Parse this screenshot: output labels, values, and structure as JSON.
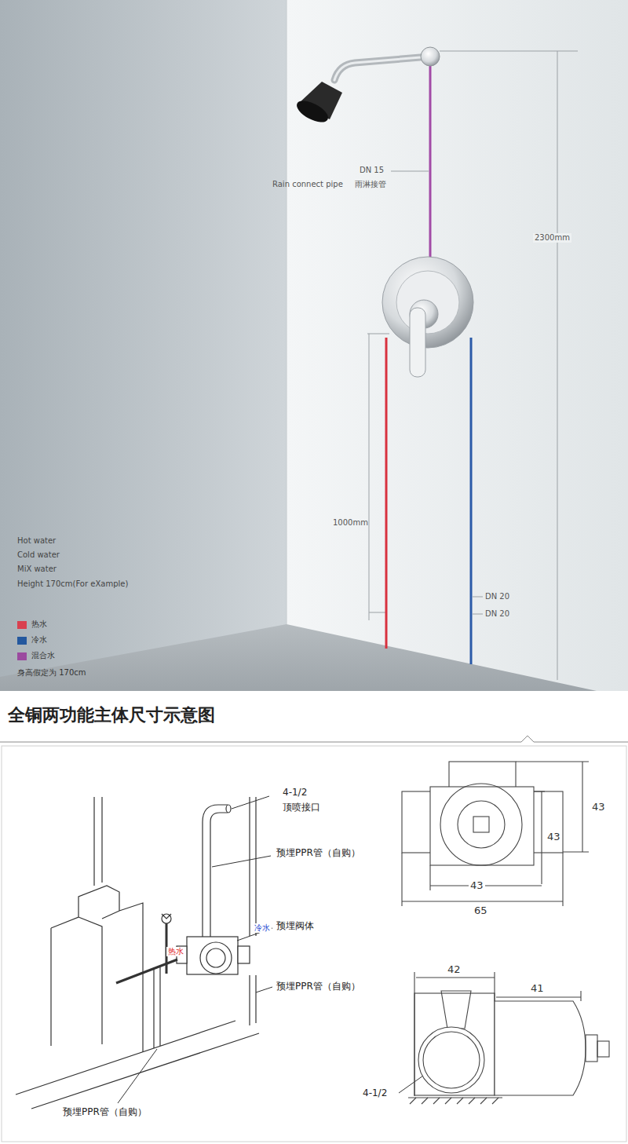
{
  "diagram": {
    "title": "全铜两功能主体尺寸示意图",
    "labels": [
      "DN 15",
      "Rain connect pipe",
      "雨淋接管",
      "2300mm",
      "1000mm",
      "DN 20",
      "DN 20",
      "Hot water",
      "Cold water",
      "MiX water",
      "Height 170cm(For eXample)",
      "身高假定为 170cm",
      "4-1/2",
      "顶喷接口",
      "预埋PPR管（自购）",
      "预埋阀体",
      "热水",
      "冷水",
      "预埋PPR管（自购）",
      "预埋PPR管（自购）",
      "43",
      "43",
      "43",
      "65",
      "42",
      "41",
      "4-1/2"
    ],
    "legend": [
      {
        "text": "热水",
        "color": "#d9404f"
      },
      {
        "text": "冷水",
        "color": "#24589e"
      },
      {
        "text": "混合水",
        "color": "#9b4a9f"
      }
    ]
  }
}
